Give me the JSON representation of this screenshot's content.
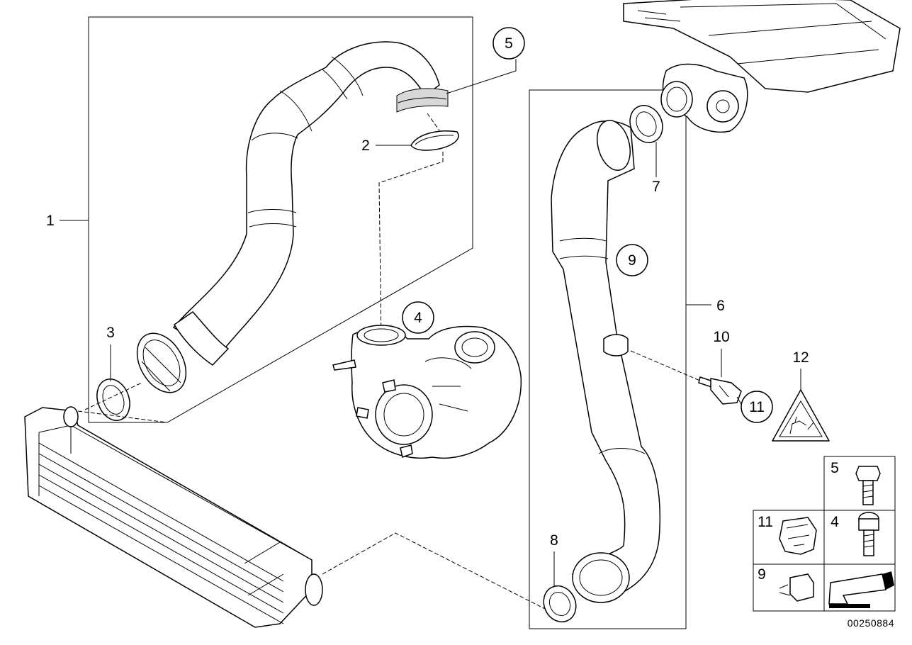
{
  "diagram": {
    "id": "00250884",
    "callouts": {
      "c1": "1",
      "c2": "2",
      "c3": "3",
      "c4": "4",
      "c5": "5",
      "c6": "6",
      "c7": "7",
      "c8": "8",
      "c9": "9",
      "c10": "10",
      "c11": "11",
      "c12": "12"
    },
    "legend": {
      "screw_hex": "5",
      "screw_socket": "4",
      "bracket": "11",
      "clip": "9"
    }
  }
}
